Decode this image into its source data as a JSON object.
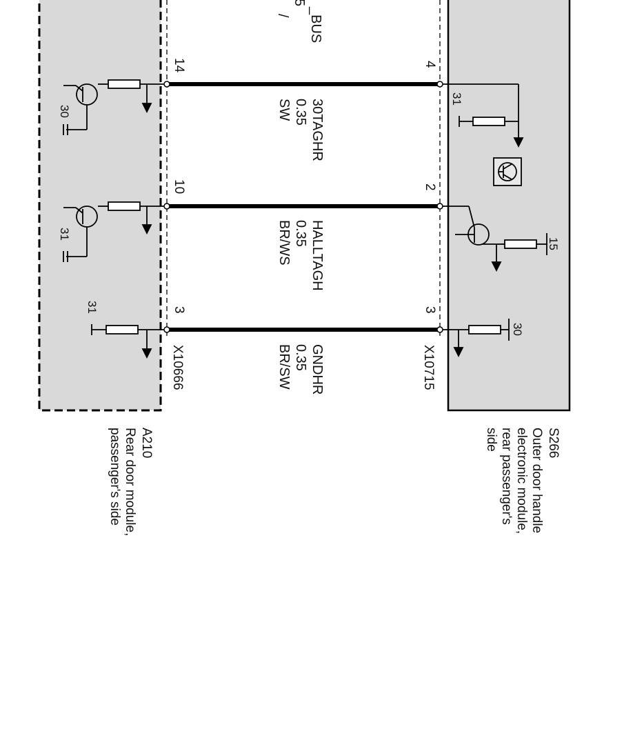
{
  "colors": {
    "module_fill": "#d9d9d9",
    "line": "#000000"
  },
  "wires": [
    {
      "name": "30TAGHR",
      "size": "0.35",
      "color": "SW",
      "pin_left": "14",
      "pin_right": "4"
    },
    {
      "name": "HALLTAGH",
      "size": "0.35",
      "color": "BR/WS",
      "pin_left": "10",
      "pin_right": "2"
    },
    {
      "name": "GNDHR",
      "size": "0.35",
      "color": "BR/SW",
      "pin_left": "3",
      "pin_right": "3"
    }
  ],
  "top_partial": {
    "name": "_BUS",
    "size": "5",
    "color": "/"
  },
  "connectors": {
    "left": "X10666",
    "right": "X10715"
  },
  "modules": {
    "left": {
      "id": "A210",
      "lines": [
        "Rear door module,",
        "passenger's side"
      ]
    },
    "right": {
      "id": "S266",
      "lines": [
        "Outer door handle",
        "electronic module,",
        "rear passenger's",
        "side"
      ]
    }
  },
  "grounds": {
    "left_top": "30",
    "left_mid": "31",
    "left_bottom": "31",
    "right_top": "31",
    "right_mid": "15",
    "right_bottom": "30"
  },
  "icons": [
    "transistor-icon",
    "resistor-icon",
    "ground-arrow-icon",
    "hall-sensor-icon"
  ]
}
